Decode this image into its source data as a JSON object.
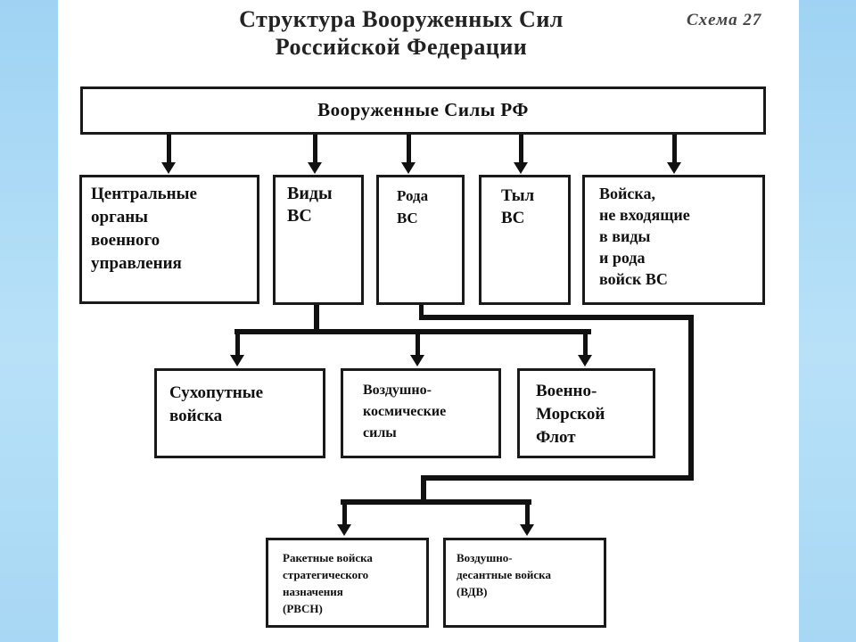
{
  "slide": {
    "title_line1": "Структура Вооруженных Сил",
    "title_line2": "Российской Федерации",
    "scheme_label": "Схема 27"
  },
  "diagram": {
    "root": "Вооруженные Силы РФ",
    "level1": [
      "Центральные\nорганы\nвоенного\nуправления",
      "Виды\nВС",
      "Рода\nВС",
      "Тыл\nВС",
      "Войска,\nне входящие\nв виды\nи рода\nвойск ВС"
    ],
    "service_types": [
      "Сухопутные\nвойска",
      "Воздушно-\nкосмические\nсилы",
      "Военно-\nМорской\nФлот"
    ],
    "combat_arms": [
      "Ракетные войска\nстратегического\nназначения\n(РВСН)",
      "Воздушно-\nдесантные войска\n(ВДВ)"
    ]
  },
  "colors": {
    "background": "#a9d8f5",
    "sheet": "#ffffff",
    "lines": "#111111"
  }
}
